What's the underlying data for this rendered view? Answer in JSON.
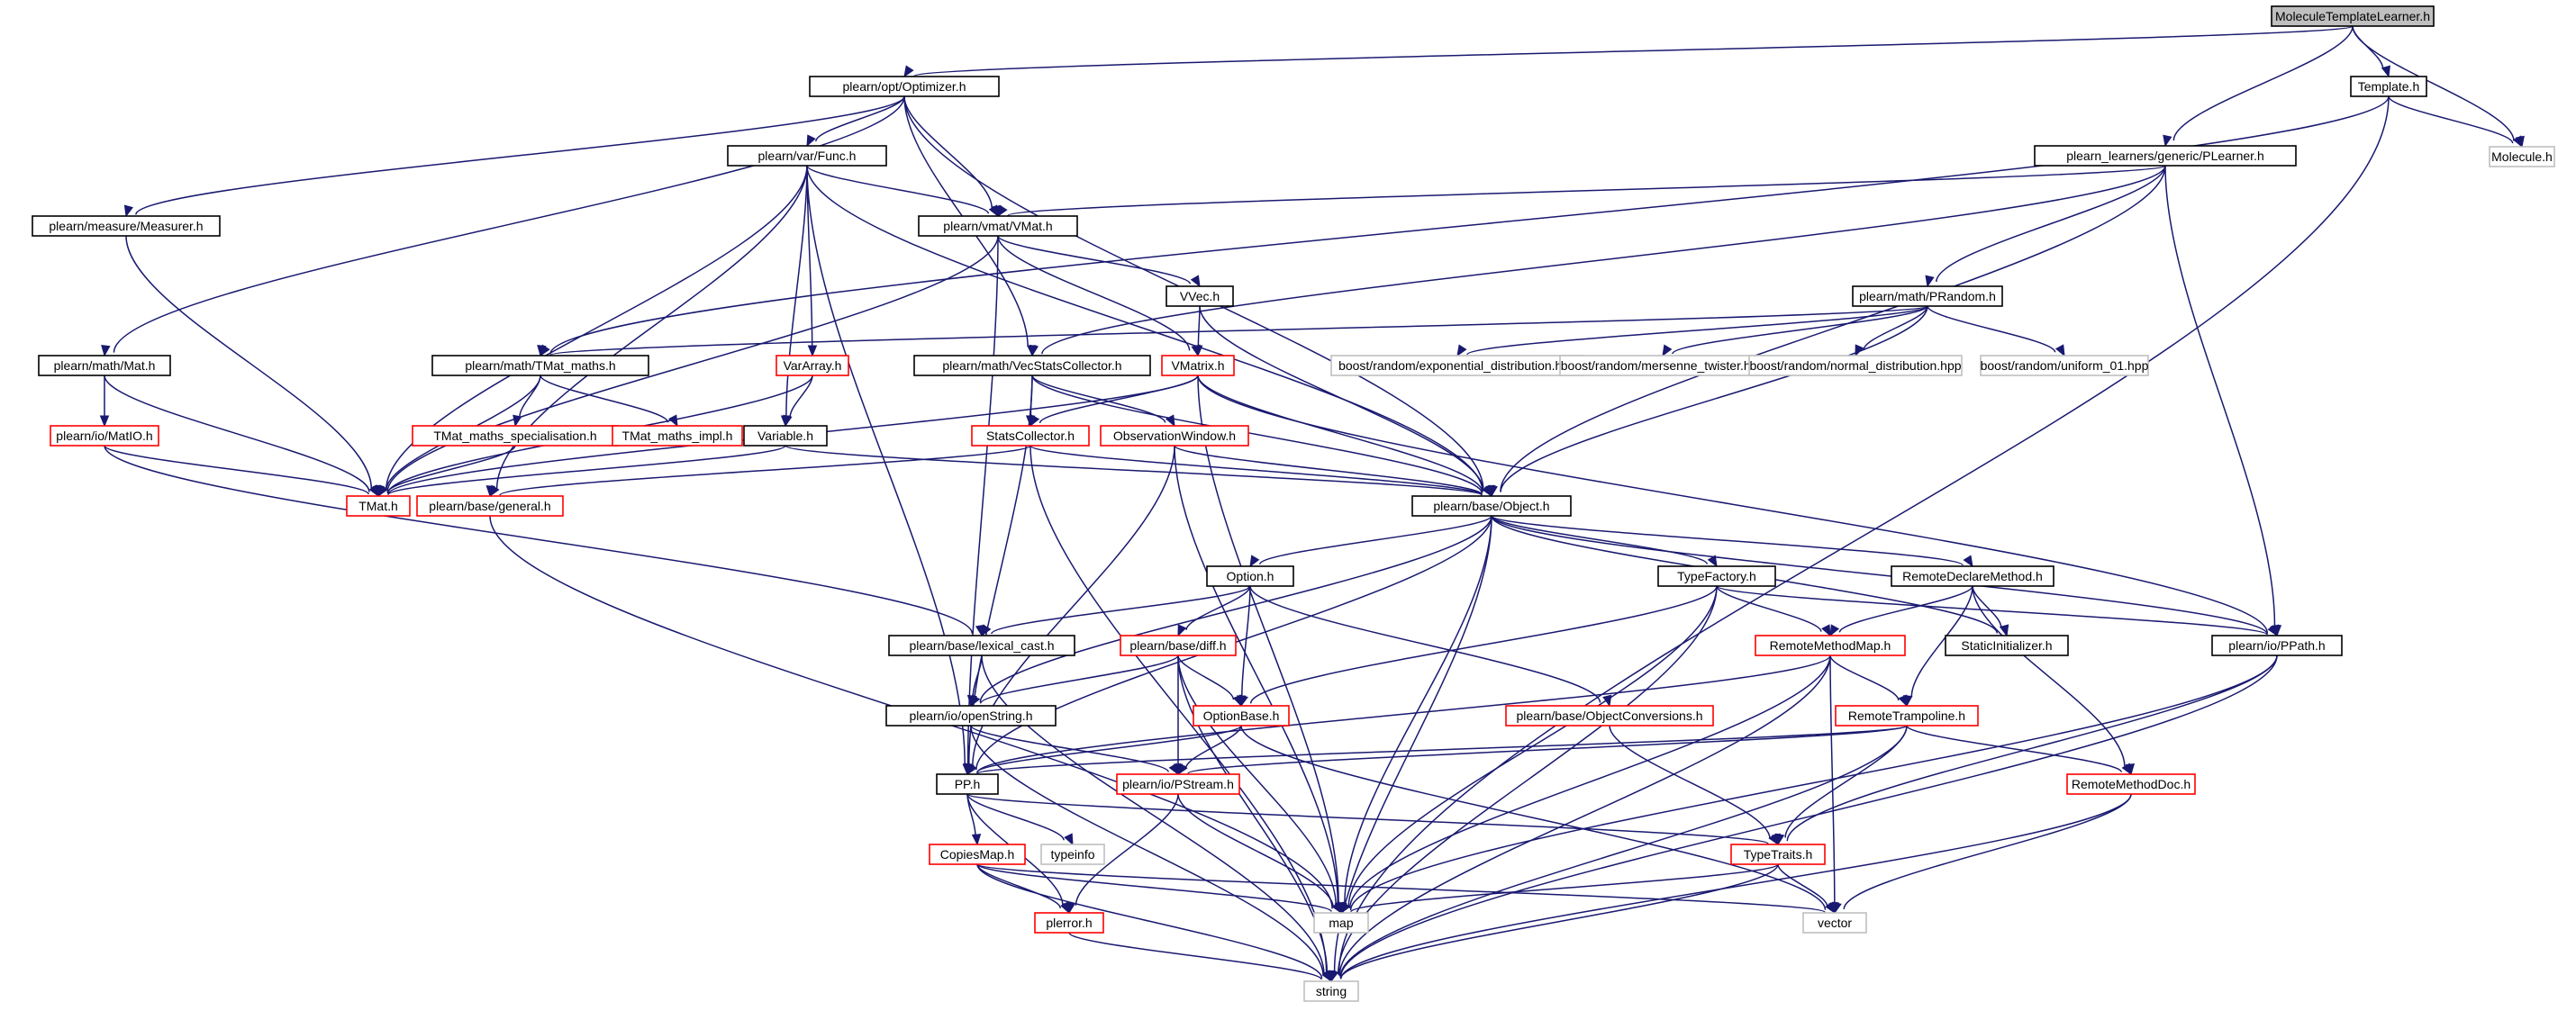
{
  "colors": {
    "edge": "#191970",
    "box_black": "#000000",
    "box_red": "#ff0000",
    "box_gray": "#bfbfbf",
    "root_fill": "#bfbfbf"
  },
  "nodes": {
    "root": {
      "label": "MoleculeTemplateLearner.h",
      "kind": "root"
    },
    "optimizer": {
      "label": "plearn/opt/Optimizer.h",
      "kind": "black"
    },
    "template": {
      "label": "Template.h",
      "kind": "black"
    },
    "molecule": {
      "label": "Molecule.h",
      "kind": "gray"
    },
    "func": {
      "label": "plearn/var/Func.h",
      "kind": "black"
    },
    "plearner": {
      "label": "plearn_learners/generic/PLearner.h",
      "kind": "black"
    },
    "measurer": {
      "label": "plearn/measure/Measurer.h",
      "kind": "black"
    },
    "vmat": {
      "label": "plearn/vmat/VMat.h",
      "kind": "black"
    },
    "vvec": {
      "label": "VVec.h",
      "kind": "black"
    },
    "prandom": {
      "label": "plearn/math/PRandom.h",
      "kind": "black"
    },
    "mat": {
      "label": "plearn/math/Mat.h",
      "kind": "black"
    },
    "tmat_maths": {
      "label": "plearn/math/TMat_maths.h",
      "kind": "black"
    },
    "vararray": {
      "label": "VarArray.h",
      "kind": "red"
    },
    "vecstats": {
      "label": "plearn/math/VecStatsCollector.h",
      "kind": "black"
    },
    "vmatrix": {
      "label": "VMatrix.h",
      "kind": "red"
    },
    "exp_dist": {
      "label": "boost/random/exponential_distribution.hpp",
      "kind": "gray"
    },
    "mersenne": {
      "label": "boost/random/mersenne_twister.hpp",
      "kind": "gray"
    },
    "normal_dist": {
      "label": "boost/random/normal_distribution.hpp",
      "kind": "gray"
    },
    "uniform01": {
      "label": "boost/random/uniform_01.hpp",
      "kind": "gray"
    },
    "matio": {
      "label": "plearn/io/MatIO.h",
      "kind": "red"
    },
    "tmat_spec": {
      "label": "TMat_maths_specialisation.h",
      "kind": "red"
    },
    "tmat_impl": {
      "label": "TMat_maths_impl.h",
      "kind": "red"
    },
    "variable": {
      "label": "Variable.h",
      "kind": "black"
    },
    "statscollector": {
      "label": "StatsCollector.h",
      "kind": "red"
    },
    "obswindow": {
      "label": "ObservationWindow.h",
      "kind": "red"
    },
    "tmat": {
      "label": "TMat.h",
      "kind": "red"
    },
    "general": {
      "label": "plearn/base/general.h",
      "kind": "red"
    },
    "object": {
      "label": "plearn/base/Object.h",
      "kind": "black"
    },
    "option": {
      "label": "Option.h",
      "kind": "black"
    },
    "typefactory": {
      "label": "TypeFactory.h",
      "kind": "black"
    },
    "remotedeclare": {
      "label": "RemoteDeclareMethod.h",
      "kind": "black"
    },
    "lexicalcast": {
      "label": "plearn/base/lexical_cast.h",
      "kind": "black"
    },
    "diff": {
      "label": "plearn/base/diff.h",
      "kind": "red"
    },
    "remotemethodmap": {
      "label": "RemoteMethodMap.h",
      "kind": "red"
    },
    "staticinit": {
      "label": "StaticInitializer.h",
      "kind": "black"
    },
    "ppath": {
      "label": "plearn/io/PPath.h",
      "kind": "black"
    },
    "openstring": {
      "label": "plearn/io/openString.h",
      "kind": "black"
    },
    "optionbase": {
      "label": "OptionBase.h",
      "kind": "red"
    },
    "objconv": {
      "label": "plearn/base/ObjectConversions.h",
      "kind": "red"
    },
    "trampoline": {
      "label": "RemoteTrampoline.h",
      "kind": "red"
    },
    "pp": {
      "label": "PP.h",
      "kind": "black"
    },
    "pstream": {
      "label": "plearn/io/PStream.h",
      "kind": "red"
    },
    "remotemethoddoc": {
      "label": "RemoteMethodDoc.h",
      "kind": "red"
    },
    "copiesmap": {
      "label": "CopiesMap.h",
      "kind": "red"
    },
    "typeinfo": {
      "label": "typeinfo",
      "kind": "gray"
    },
    "typetraits": {
      "label": "TypeTraits.h",
      "kind": "red"
    },
    "perror": {
      "label": "plerror.h",
      "kind": "red"
    },
    "map": {
      "label": "map",
      "kind": "gray"
    },
    "vector": {
      "label": "vector",
      "kind": "gray"
    },
    "string": {
      "label": "string",
      "kind": "gray"
    }
  },
  "edges": [
    [
      "root",
      "optimizer"
    ],
    [
      "root",
      "template"
    ],
    [
      "root",
      "molecule"
    ],
    [
      "root",
      "plearner"
    ],
    [
      "template",
      "molecule"
    ],
    [
      "template",
      "tmat_maths"
    ],
    [
      "template",
      "string"
    ],
    [
      "optimizer",
      "func"
    ],
    [
      "optimizer",
      "measurer"
    ],
    [
      "optimizer",
      "vmat"
    ],
    [
      "optimizer",
      "mat"
    ],
    [
      "optimizer",
      "vecstats"
    ],
    [
      "optimizer",
      "object"
    ],
    [
      "func",
      "vmat"
    ],
    [
      "func",
      "vararray"
    ],
    [
      "func",
      "variable"
    ],
    [
      "func",
      "tmat"
    ],
    [
      "func",
      "object"
    ],
    [
      "func",
      "pp"
    ],
    [
      "func",
      "general"
    ],
    [
      "plearner",
      "vmat"
    ],
    [
      "plearner",
      "prandom"
    ],
    [
      "plearner",
      "object"
    ],
    [
      "plearner",
      "ppath"
    ],
    [
      "plearner",
      "vecstats"
    ],
    [
      "measurer",
      "tmat"
    ],
    [
      "vmat",
      "vvec"
    ],
    [
      "vmat",
      "vmatrix"
    ],
    [
      "vmat",
      "tmat"
    ],
    [
      "vmat",
      "pp"
    ],
    [
      "vvec",
      "vmatrix"
    ],
    [
      "vvec",
      "object"
    ],
    [
      "prandom",
      "tmat_maths"
    ],
    [
      "prandom",
      "exp_dist"
    ],
    [
      "prandom",
      "mersenne"
    ],
    [
      "prandom",
      "normal_dist"
    ],
    [
      "prandom",
      "uniform01"
    ],
    [
      "prandom",
      "object"
    ],
    [
      "mat",
      "matio"
    ],
    [
      "mat",
      "tmat"
    ],
    [
      "matio",
      "tmat"
    ],
    [
      "matio",
      "lexicalcast"
    ],
    [
      "tmat_maths",
      "tmat_spec"
    ],
    [
      "tmat_maths",
      "tmat_impl"
    ],
    [
      "tmat_maths",
      "tmat"
    ],
    [
      "tmat_spec",
      "tmat"
    ],
    [
      "vararray",
      "variable"
    ],
    [
      "vararray",
      "tmat"
    ],
    [
      "variable",
      "object"
    ],
    [
      "variable",
      "tmat"
    ],
    [
      "vecstats",
      "statscollector"
    ],
    [
      "vecstats",
      "obswindow"
    ],
    [
      "vecstats",
      "object"
    ],
    [
      "vecstats",
      "pp"
    ],
    [
      "vmatrix",
      "statscollector"
    ],
    [
      "vmatrix",
      "object"
    ],
    [
      "vmatrix",
      "tmat"
    ],
    [
      "vmatrix",
      "ppath"
    ],
    [
      "vmatrix",
      "map"
    ],
    [
      "statscollector",
      "object"
    ],
    [
      "statscollector",
      "general"
    ],
    [
      "statscollector",
      "string"
    ],
    [
      "obswindow",
      "object"
    ],
    [
      "obswindow",
      "pp"
    ],
    [
      "obswindow",
      "map"
    ],
    [
      "general",
      "map"
    ],
    [
      "object",
      "option"
    ],
    [
      "object",
      "typefactory"
    ],
    [
      "object",
      "remotedeclare"
    ],
    [
      "object",
      "staticinit"
    ],
    [
      "object",
      "ppath"
    ],
    [
      "object",
      "openstring"
    ],
    [
      "object",
      "pp"
    ],
    [
      "object",
      "map"
    ],
    [
      "object",
      "string"
    ],
    [
      "option",
      "lexicalcast"
    ],
    [
      "option",
      "diff"
    ],
    [
      "option",
      "optionbase"
    ],
    [
      "option",
      "objconv"
    ],
    [
      "typefactory",
      "remotemethodmap"
    ],
    [
      "typefactory",
      "ppath"
    ],
    [
      "typefactory",
      "optionbase"
    ],
    [
      "typefactory",
      "map"
    ],
    [
      "typefactory",
      "string"
    ],
    [
      "remotedeclare",
      "remotemethodmap"
    ],
    [
      "remotedeclare",
      "staticinit"
    ],
    [
      "remotedeclare",
      "trampoline"
    ],
    [
      "remotedeclare",
      "remotemethoddoc"
    ],
    [
      "lexicalcast",
      "openstring"
    ],
    [
      "lexicalcast",
      "string"
    ],
    [
      "diff",
      "openstring"
    ],
    [
      "diff",
      "optionbase"
    ],
    [
      "diff",
      "pstream"
    ],
    [
      "diff",
      "map"
    ],
    [
      "diff",
      "string"
    ],
    [
      "remotemethodmap",
      "trampoline"
    ],
    [
      "remotemethodmap",
      "pp"
    ],
    [
      "remotemethodmap",
      "map"
    ],
    [
      "remotemethodmap",
      "vector"
    ],
    [
      "remotemethodmap",
      "string"
    ],
    [
      "ppath",
      "typetraits"
    ],
    [
      "ppath",
      "map"
    ],
    [
      "ppath",
      "string"
    ],
    [
      "openstring",
      "pstream"
    ],
    [
      "openstring",
      "string"
    ],
    [
      "optionbase",
      "pp"
    ],
    [
      "optionbase",
      "pstream"
    ],
    [
      "optionbase",
      "vector"
    ],
    [
      "objconv",
      "typetraits"
    ],
    [
      "trampoline",
      "pp"
    ],
    [
      "trampoline",
      "pstream"
    ],
    [
      "trampoline",
      "typetraits"
    ],
    [
      "trampoline",
      "remotemethoddoc"
    ],
    [
      "trampoline",
      "string"
    ],
    [
      "pp",
      "copiesmap"
    ],
    [
      "pp",
      "typeinfo"
    ],
    [
      "pp",
      "typetraits"
    ],
    [
      "pp",
      "perror"
    ],
    [
      "pstream",
      "perror"
    ],
    [
      "pstream",
      "map"
    ],
    [
      "remotemethoddoc",
      "vector"
    ],
    [
      "remotemethoddoc",
      "string"
    ],
    [
      "copiesmap",
      "perror"
    ],
    [
      "copiesmap",
      "map"
    ],
    [
      "copiesmap",
      "vector"
    ],
    [
      "copiesmap",
      "string"
    ],
    [
      "typetraits",
      "map"
    ],
    [
      "typetraits",
      "vector"
    ],
    [
      "typetraits",
      "string"
    ],
    [
      "perror",
      "string"
    ]
  ]
}
